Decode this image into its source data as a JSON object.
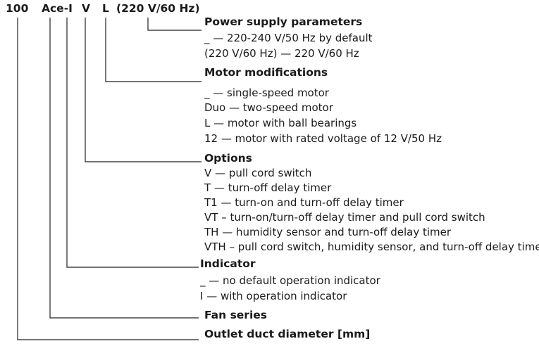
{
  "code": {
    "diameter": "100",
    "series": "Ace-I",
    "option": "V",
    "motor": "L",
    "power": "(220 V/60 Hz)"
  },
  "sections": {
    "power": {
      "title": "Power supply parameters",
      "items": [
        "_ — 220-240 V/50 Hz by default",
        "(220 V/60 Hz) — 220 V/60 Hz"
      ]
    },
    "motor": {
      "title": "Motor modifications",
      "items": [
        "_ — single-speed motor",
        "Duo — two-speed motor",
        "L — motor with ball bearings",
        "12 — motor with rated voltage of 12 V/50 Hz"
      ]
    },
    "options": {
      "title": "Options",
      "items": [
        "V — pull cord switch",
        "T — turn-off delay timer",
        "T1 — turn-on and turn-off delay timer",
        "VT – turn-on/turn-off delay timer and pull cord switch",
        "TH — humidity sensor and turn-off delay timer",
        "VTH – pull cord switch, humidity sensor, and turn-off delay timer"
      ]
    },
    "indicator": {
      "title": "Indicator",
      "items": [
        "_ — no default operation indicator",
        "I — with operation indicator"
      ]
    },
    "series": {
      "title": "Fan series"
    },
    "diameter": {
      "title": "Outlet duct diameter [mm]"
    }
  }
}
